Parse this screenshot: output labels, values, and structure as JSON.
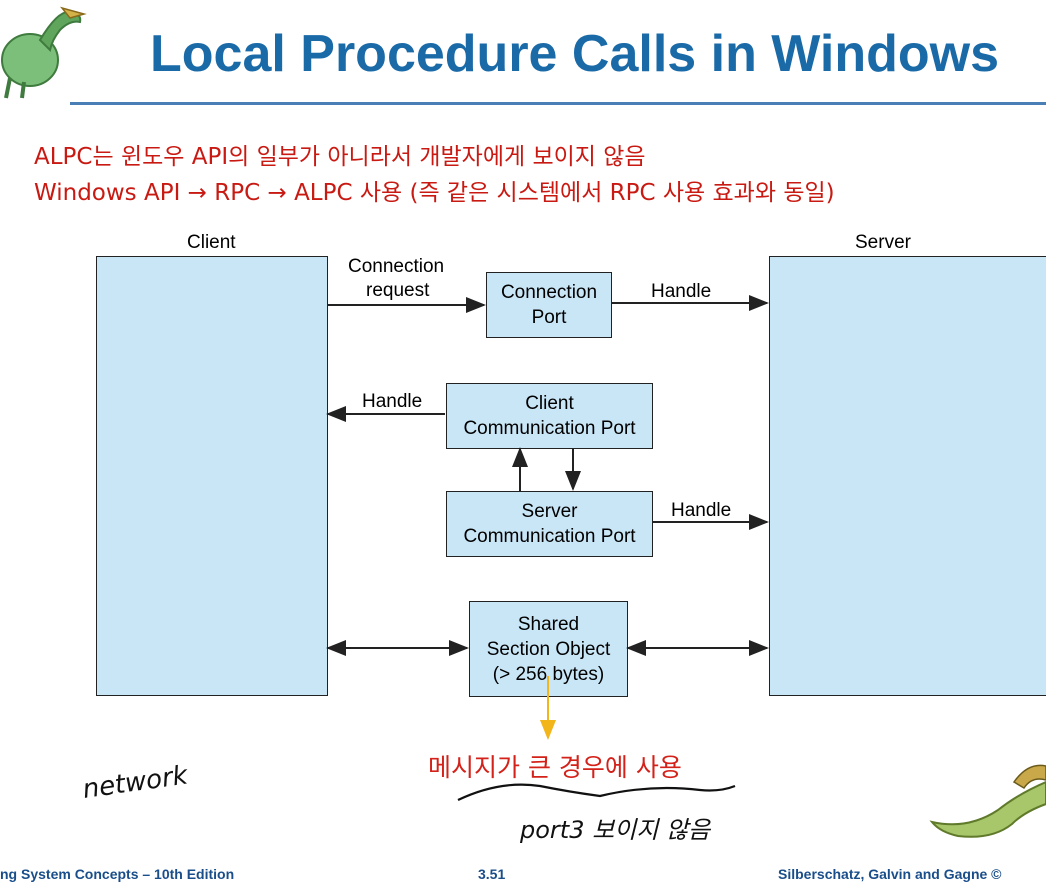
{
  "slide": {
    "title": "Local Procedure Calls in Windows",
    "notes": [
      "ALPC는 윈도우 API의 일부가 아니라서 개발자에게 보이지 않음",
      "Windows API → RPC → ALPC 사용 (즉 같은 시스템에서 RPC 사용 효과와 동일)"
    ]
  },
  "diagram": {
    "client_label": "Client",
    "server_label": "Server",
    "connection_request_line1": "Connection",
    "connection_request_line2": "request",
    "connection_port_line1": "Connection",
    "connection_port_line2": "Port",
    "handle_label_1": "Handle",
    "handle_label_2": "Handle",
    "handle_label_3": "Handle",
    "client_comm_port_line1": "Client",
    "client_comm_port_line2": "Communication Port",
    "server_comm_port_line1": "Server",
    "server_comm_port_line2": "Communication Port",
    "shared_line1": "Shared",
    "shared_line2": "Section Object",
    "shared_line3": "(> 256 bytes)"
  },
  "annotations": {
    "large_message": "메시지가 큰 경우에 사용",
    "handwritten_network": "network",
    "handwritten_port": "port3 보이지 않음"
  },
  "footer": {
    "left": "ng System Concepts – 10th Edition",
    "middle": "3.51",
    "right": "Silberschatz, Galvin and Gagne ©"
  },
  "colors": {
    "title": "#1a6aa8",
    "box_fill": "#c9e6f7",
    "note_red": "#c81a12",
    "arrow_yellow": "#f2b51a"
  }
}
